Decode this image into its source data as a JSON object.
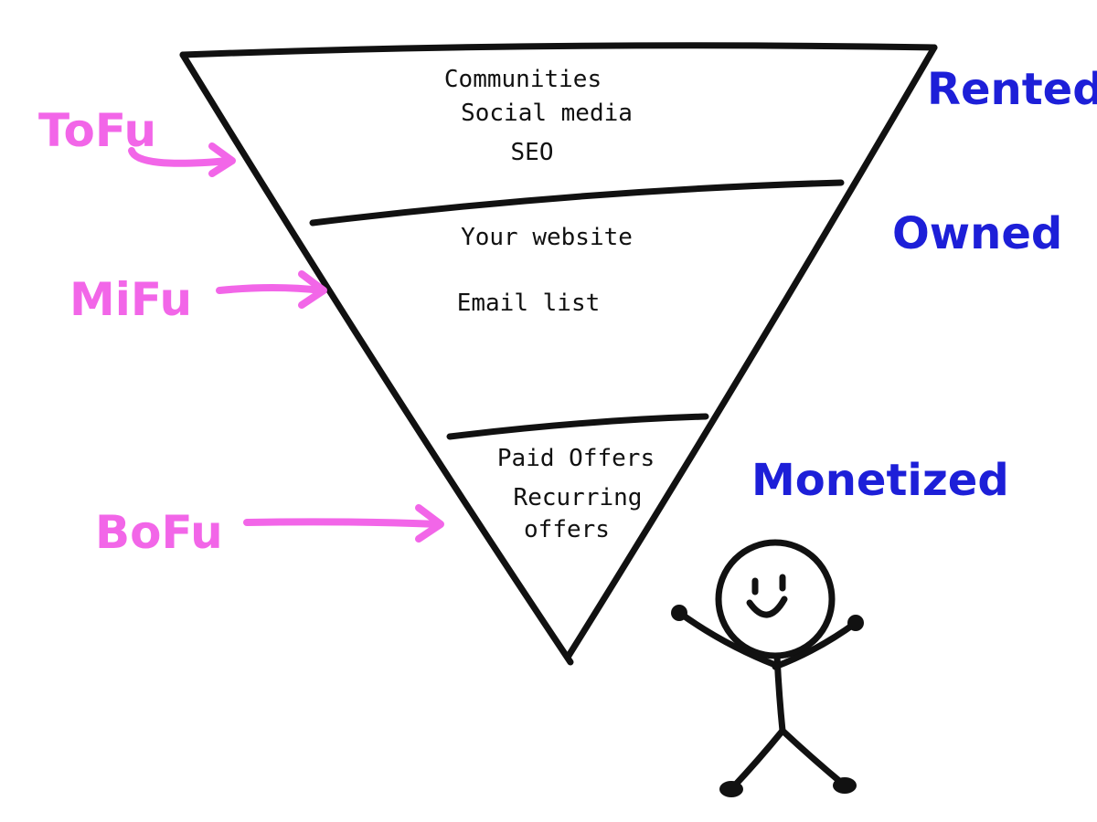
{
  "colors": {
    "ink": "#111111",
    "stage": "#f266e8",
    "ownership": "#1d1fd8"
  },
  "funnel": {
    "layers": [
      {
        "lines": [
          "Communities",
          "Social media",
          "SEO"
        ]
      },
      {
        "lines": [
          "Your website",
          "Email list"
        ]
      },
      {
        "lines": [
          "Paid Offers",
          "Recurring",
          "offers"
        ]
      }
    ]
  },
  "stages": [
    {
      "label": "ToFu"
    },
    {
      "label": "MiFu"
    },
    {
      "label": "BoFu"
    }
  ],
  "ownership": [
    {
      "label": "Rented"
    },
    {
      "label": "Owned"
    },
    {
      "label": "Monetized"
    }
  ],
  "figure": {
    "icon": "stick-figure-icon"
  }
}
